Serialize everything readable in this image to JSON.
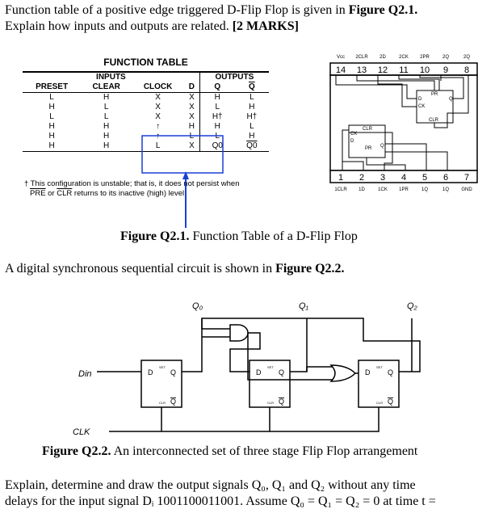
{
  "question": {
    "line1_a": "Function table of a positive edge triggered D-Flip Flop is given in ",
    "line1_b": "Figure Q2.1.",
    "line2_a": "Explain how inputs and outputs are related. ",
    "line2_b": "[2 MARKS]"
  },
  "function_table": {
    "title": "FUNCTION TABLE",
    "group_inputs": "INPUTS",
    "group_outputs": "OUTPUTS",
    "headers": [
      "PRESET",
      "CLEAR",
      "CLOCK",
      "D",
      "Q",
      "Q"
    ],
    "rows": [
      [
        "L",
        "H",
        "X",
        "X",
        "H",
        "L"
      ],
      [
        "H",
        "L",
        "X",
        "X",
        "L",
        "H"
      ],
      [
        "L",
        "L",
        "X",
        "X",
        "H†",
        "H†"
      ],
      [
        "H",
        "H",
        "↑",
        "H",
        "H",
        "L"
      ],
      [
        "H",
        "H",
        "↑",
        "L",
        "L",
        "H"
      ],
      [
        "H",
        "H",
        "L",
        "X",
        "Q0",
        "Q0"
      ]
    ],
    "note_line1": "† This configuration is unstable; that is, it does not persist when",
    "note_pre": "PRE",
    "note_or": " or ",
    "note_clr": "CLR",
    "note_line2": " returns to its inactive (high) level."
  },
  "chip": {
    "top_labels": [
      "Vcc",
      "2CLR",
      "2D",
      "2CK",
      "2PR",
      "2Q",
      "2Q"
    ],
    "top_pins": [
      "14",
      "13",
      "12",
      "11",
      "10",
      "9",
      "8"
    ],
    "bottom_pins": [
      "1",
      "2",
      "3",
      "4",
      "5",
      "6",
      "7"
    ],
    "bottom_labels": [
      "1CLR",
      "1D",
      "1CK",
      "1PR",
      "1Q",
      "1Q",
      "GND"
    ],
    "ff_labels": {
      "d": "D",
      "ck": "CK",
      "pr": "PR",
      "clr": "CLR",
      "q": "Q"
    }
  },
  "fig1_caption": {
    "bold": "Figure Q2.1.",
    "rest": " Function Table of a D-Flip Flop"
  },
  "question2": {
    "text_a": "A digital synchronous sequential circuit is shown in ",
    "text_b": "Figure Q2.2."
  },
  "circuit": {
    "q_labels": [
      "Q₀",
      "Q₁",
      "Q₂"
    ],
    "din_label": "Din",
    "clk_label": "CLK",
    "ff_d": "D",
    "ff_q": "Q",
    "ff_set": "SET",
    "ff_clr": "CLR",
    "ff_qbar": "Q"
  },
  "fig2_caption": {
    "bold": "Figure Q2.2.",
    "rest": " An interconnected set of three stage Flip Flop arrangement"
  },
  "question3": {
    "line1": "Explain, determine and draw the output signals Q₀, Q₁ and Q₂ without any time",
    "line2": "delays for the input signal Dᵢ 1001100011001. Assume Q₀ = Q₁ = Q₂ = 0 at time t ="
  }
}
